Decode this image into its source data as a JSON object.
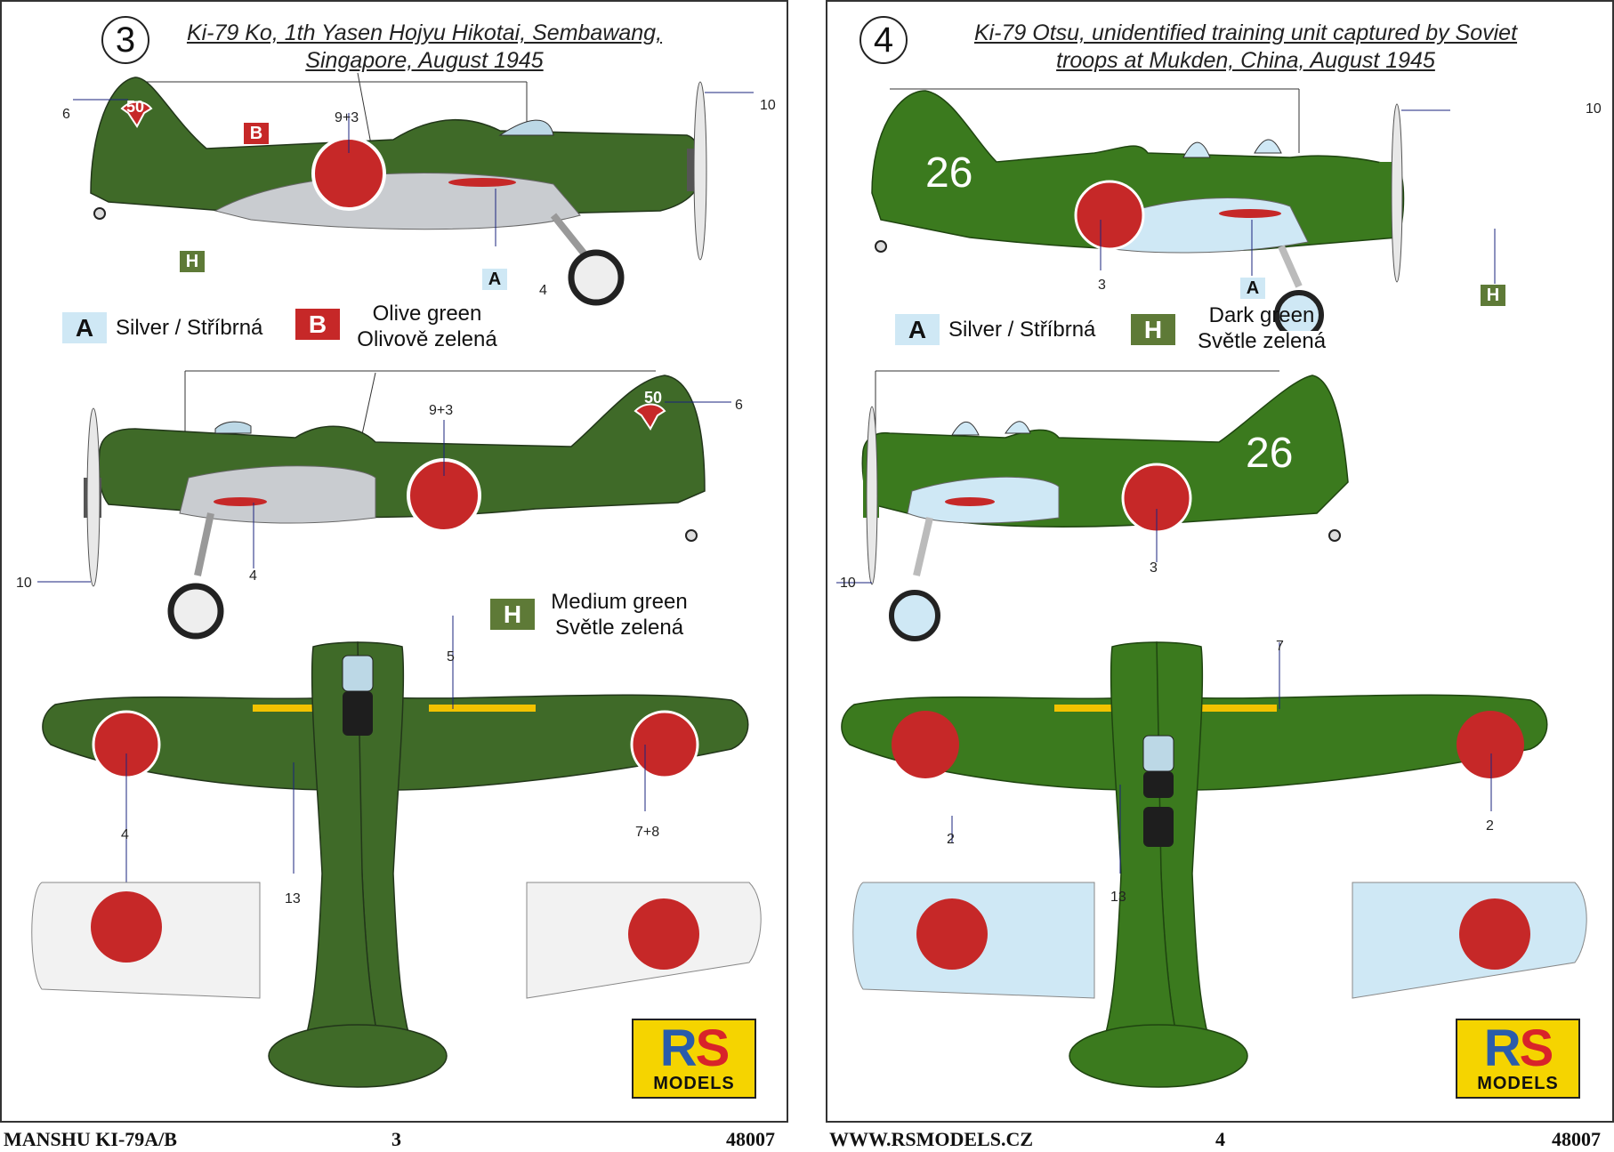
{
  "colors": {
    "olive": "#3f6a28",
    "olive_light": "#5a8a3a",
    "silver": "#c9ccd0",
    "hinomaru": "#c62828",
    "light_blue": "#cfe8f5",
    "dark_green": "#3b7a1e",
    "box_a": "#cfe8f5",
    "box_b": "#c62828",
    "box_h": "#5e7a37",
    "yellow": "#f2c200"
  },
  "scheme3": {
    "number": "3",
    "title_line1": "Ki-79 Ko, 1th Yasen Hojyu Hikotai, Sembawang,",
    "title_line2": "Singapore, August 1945",
    "legend": {
      "a_code": "A",
      "a_text": "Silver / Stříbrná",
      "b_code": "B",
      "b_line1": "Olive green",
      "b_line2": "Olivově zelená",
      "h_code": "H",
      "h_line1": "Medium green",
      "h_line2": "Světle zelená"
    },
    "tail_number": "50",
    "callouts": {
      "c6_top": "6",
      "c93_top": "9+3",
      "c10_top": "10",
      "c4_top": "4",
      "c93_mid": "9+3",
      "c6_mid": "6",
      "c10_mid": "10",
      "c4_mid": "4",
      "c5": "5",
      "c78": "7+8",
      "c13": "13",
      "c4_under": "4",
      "box_b": "B",
      "box_h": "H",
      "box_a": "A"
    }
  },
  "scheme4": {
    "number": "4",
    "title_line1": "Ki-79 Otsu, unidentified training unit captured by Soviet",
    "title_line2": "troops at Mukden, China, August 1945",
    "legend": {
      "a_code": "A",
      "a_text": "Silver / Stříbrná",
      "h_code": "H",
      "h_line1": "Dark green",
      "h_line2": "Světle zelená"
    },
    "tail_number": "26",
    "callouts": {
      "c10_top": "10",
      "c3_top": "3",
      "c3_mid": "3",
      "c10_mid": "10",
      "c7": "7",
      "c2_wing": "2",
      "c13": "13",
      "c2_under": "2",
      "box_a": "A",
      "box_h": "H"
    }
  },
  "logo": {
    "rs_r": "R",
    "rs_s": "S",
    "models": "MODELS"
  },
  "footer": {
    "left_title": "MANSHU KI-79A/B",
    "left_page": "3",
    "left_code": "48007",
    "right_url": "WWW.RSMODELS.CZ",
    "right_page": "4",
    "right_code": "48007"
  }
}
